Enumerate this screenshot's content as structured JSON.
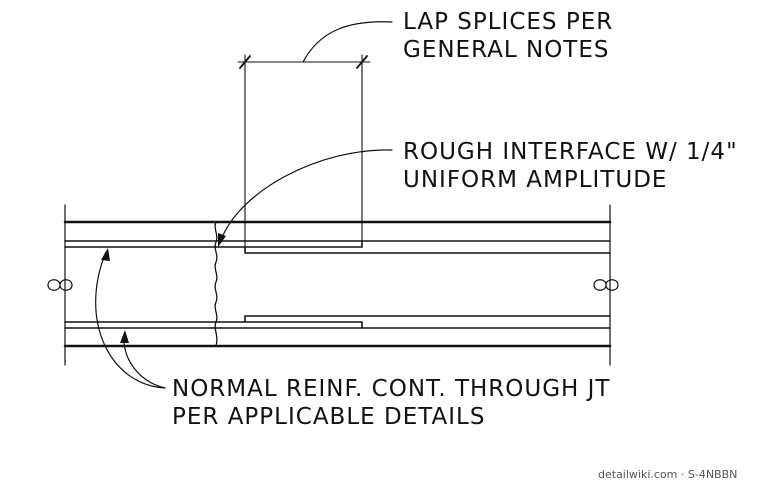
{
  "notes": {
    "lap_splices": {
      "line1": "LAP SPLICES PER",
      "line2": "GENERAL NOTES"
    },
    "rough_interface": {
      "line1": "ROUGH INTERFACE W/ 1/4\"",
      "line2": "UNIFORM AMPLITUDE"
    },
    "normal_reinf": {
      "line1": "NORMAL REINF. CONT. THROUGH JT",
      "line2": "PER APPLICABLE DETAILS"
    }
  },
  "credit": "detailwiki.com · S-4NBBN",
  "colors": {
    "line": "#111111",
    "background": "#ffffff"
  }
}
